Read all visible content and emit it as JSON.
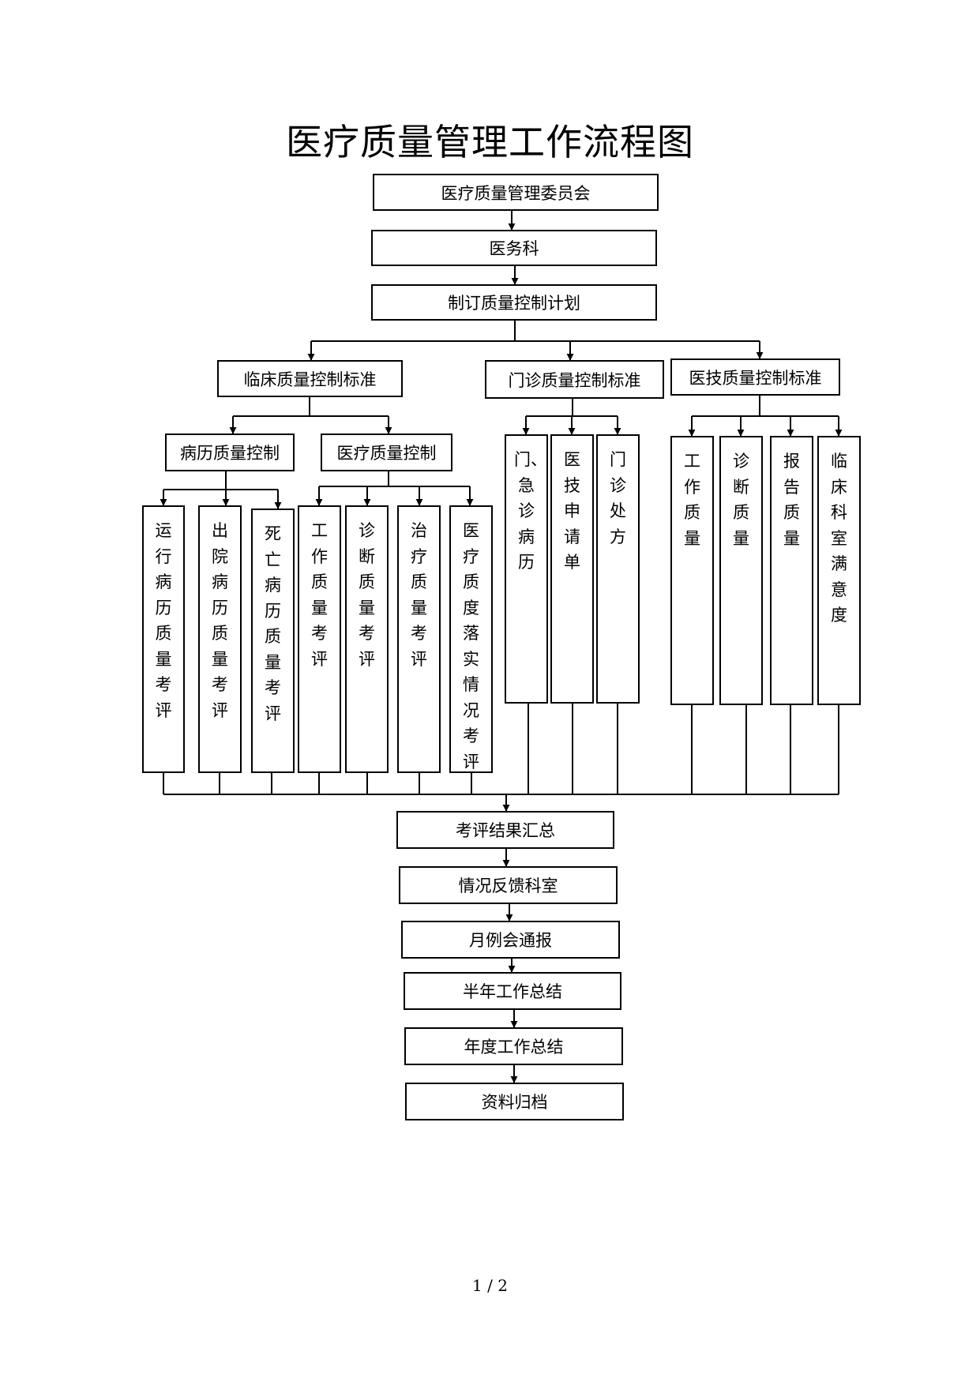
{
  "title": "医疗质量管理工作流程图",
  "top_chain": {
    "committee": "医疗质量管理委员会",
    "medical_affairs": "医务科",
    "plan": "制订质量控制计划"
  },
  "standards": {
    "clinical": "临床质量控制标准",
    "outpatient": "门诊质量控制标准",
    "medical_tech": "医技质量控制标准"
  },
  "clinical_controls": {
    "records": "病历质量控制",
    "medical": "医疗质量控制"
  },
  "record_items": [
    "运行病历质量考评",
    "出院病历质量考评",
    "死亡病历质量考评"
  ],
  "medical_items": [
    "工作质量考评",
    "诊断质量考评",
    "治疗质量考评",
    "医疗质度落实情况考评"
  ],
  "outpatient_items": [
    "门、急诊病历",
    "医技申请单",
    "门诊处方"
  ],
  "tech_items": [
    "工作质量",
    "诊断质量",
    "报告质量",
    "临床科室满意度"
  ],
  "bottom_chain": [
    "考评结果汇总",
    "情况反馈科室",
    "月例会通报",
    "半年工作总结",
    "年度工作总结",
    "资料归档"
  ],
  "page_number": "1 / 2"
}
